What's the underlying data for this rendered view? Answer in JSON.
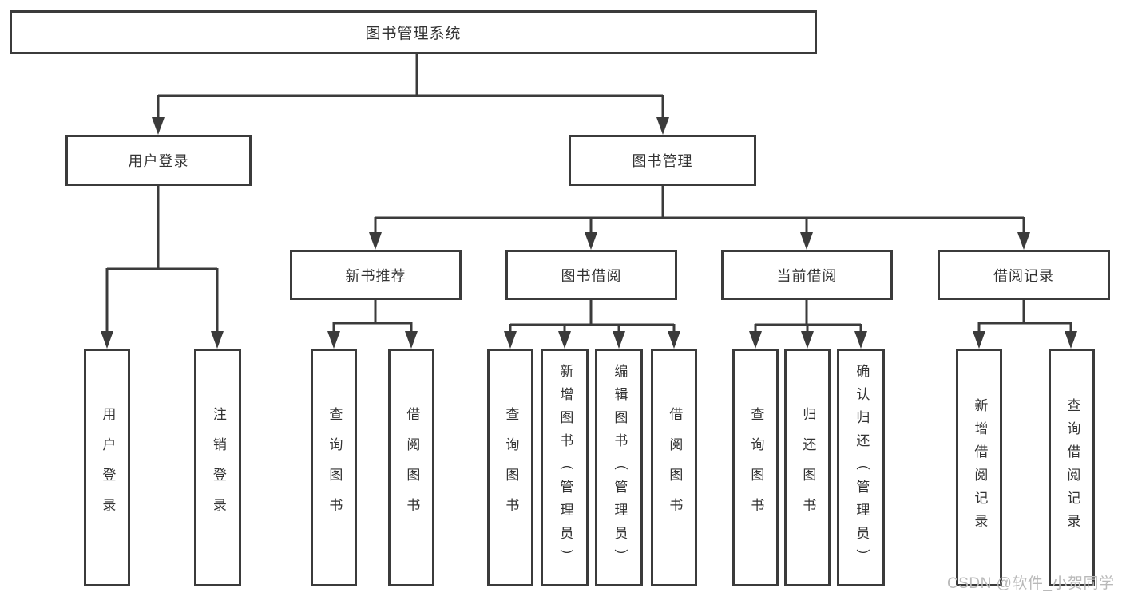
{
  "colors": {
    "line": "#3b3b3b",
    "border": "#3b3b3b",
    "text": "#333333",
    "watermark": "#b9b9b9",
    "background": "#ffffff"
  },
  "tree": {
    "root": {
      "label": "图书管理系统"
    },
    "branches": [
      {
        "label": "用户登录",
        "children": [
          {
            "label": "用户登录"
          },
          {
            "label": "注销登录"
          }
        ]
      },
      {
        "label": "图书管理",
        "children": [
          {
            "label": "新书推荐",
            "children": [
              {
                "label": "查询图书"
              },
              {
                "label": "借阅图书"
              }
            ]
          },
          {
            "label": "图书借阅",
            "children": [
              {
                "label": "查询图书"
              },
              {
                "label": "新增图书（管理员）"
              },
              {
                "label": "编辑图书（管理员）"
              },
              {
                "label": "借阅图书"
              }
            ]
          },
          {
            "label": "当前借阅",
            "children": [
              {
                "label": "查询图书"
              },
              {
                "label": "归还图书"
              },
              {
                "label": "确认归还（管理员）"
              }
            ]
          },
          {
            "label": "借阅记录",
            "children": [
              {
                "label": "新增借阅记录"
              },
              {
                "label": "查询借阅记录"
              }
            ]
          }
        ]
      }
    ]
  },
  "watermark": {
    "text": "CSDN @软件_小贺同学"
  }
}
